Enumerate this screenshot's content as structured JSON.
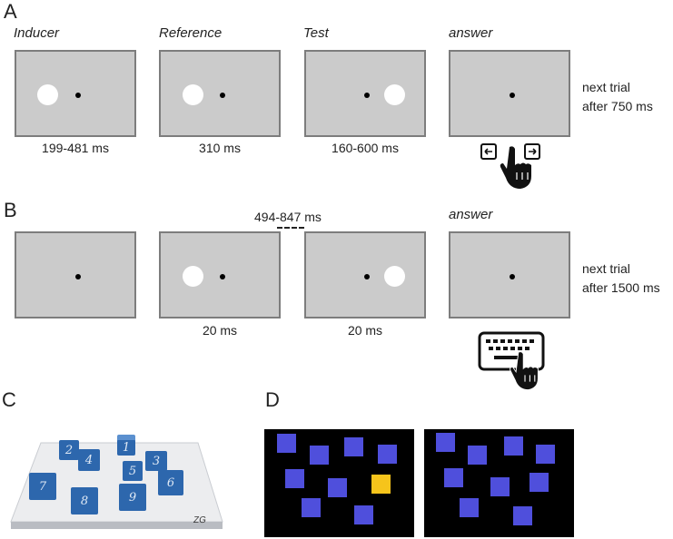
{
  "panels": {
    "a": "A",
    "b": "B",
    "c": "C",
    "d": "D"
  },
  "row_a": {
    "labels": [
      "Inducer",
      "Reference",
      "Test",
      "answer"
    ],
    "timings": [
      "199-481 ms",
      "310 ms",
      "160-600 ms"
    ],
    "next_trial": [
      "next trial",
      "after 750 ms"
    ],
    "icons": [
      "left-arrow-key-icon",
      "right-arrow-key-icon",
      "pointing-hand-icon"
    ]
  },
  "row_b": {
    "answer_label": "answer",
    "isi": "494-847 ms",
    "timings": [
      "20 ms",
      "20 ms"
    ],
    "next_trial": [
      "next trial",
      "after 1500 ms"
    ],
    "icons": [
      "keyboard-icon",
      "pointing-hand-icon"
    ]
  },
  "panel_c": {
    "cube_numbers": [
      "1",
      "2",
      "3",
      "4",
      "5",
      "6",
      "7",
      "8",
      "9"
    ],
    "board_mark": "ZG"
  },
  "panel_d": {
    "colors": {
      "background": "#000000",
      "square": "#4f4fdc",
      "highlight": "#f6c41b"
    },
    "highlighted_square": "left screen, 8th square"
  }
}
